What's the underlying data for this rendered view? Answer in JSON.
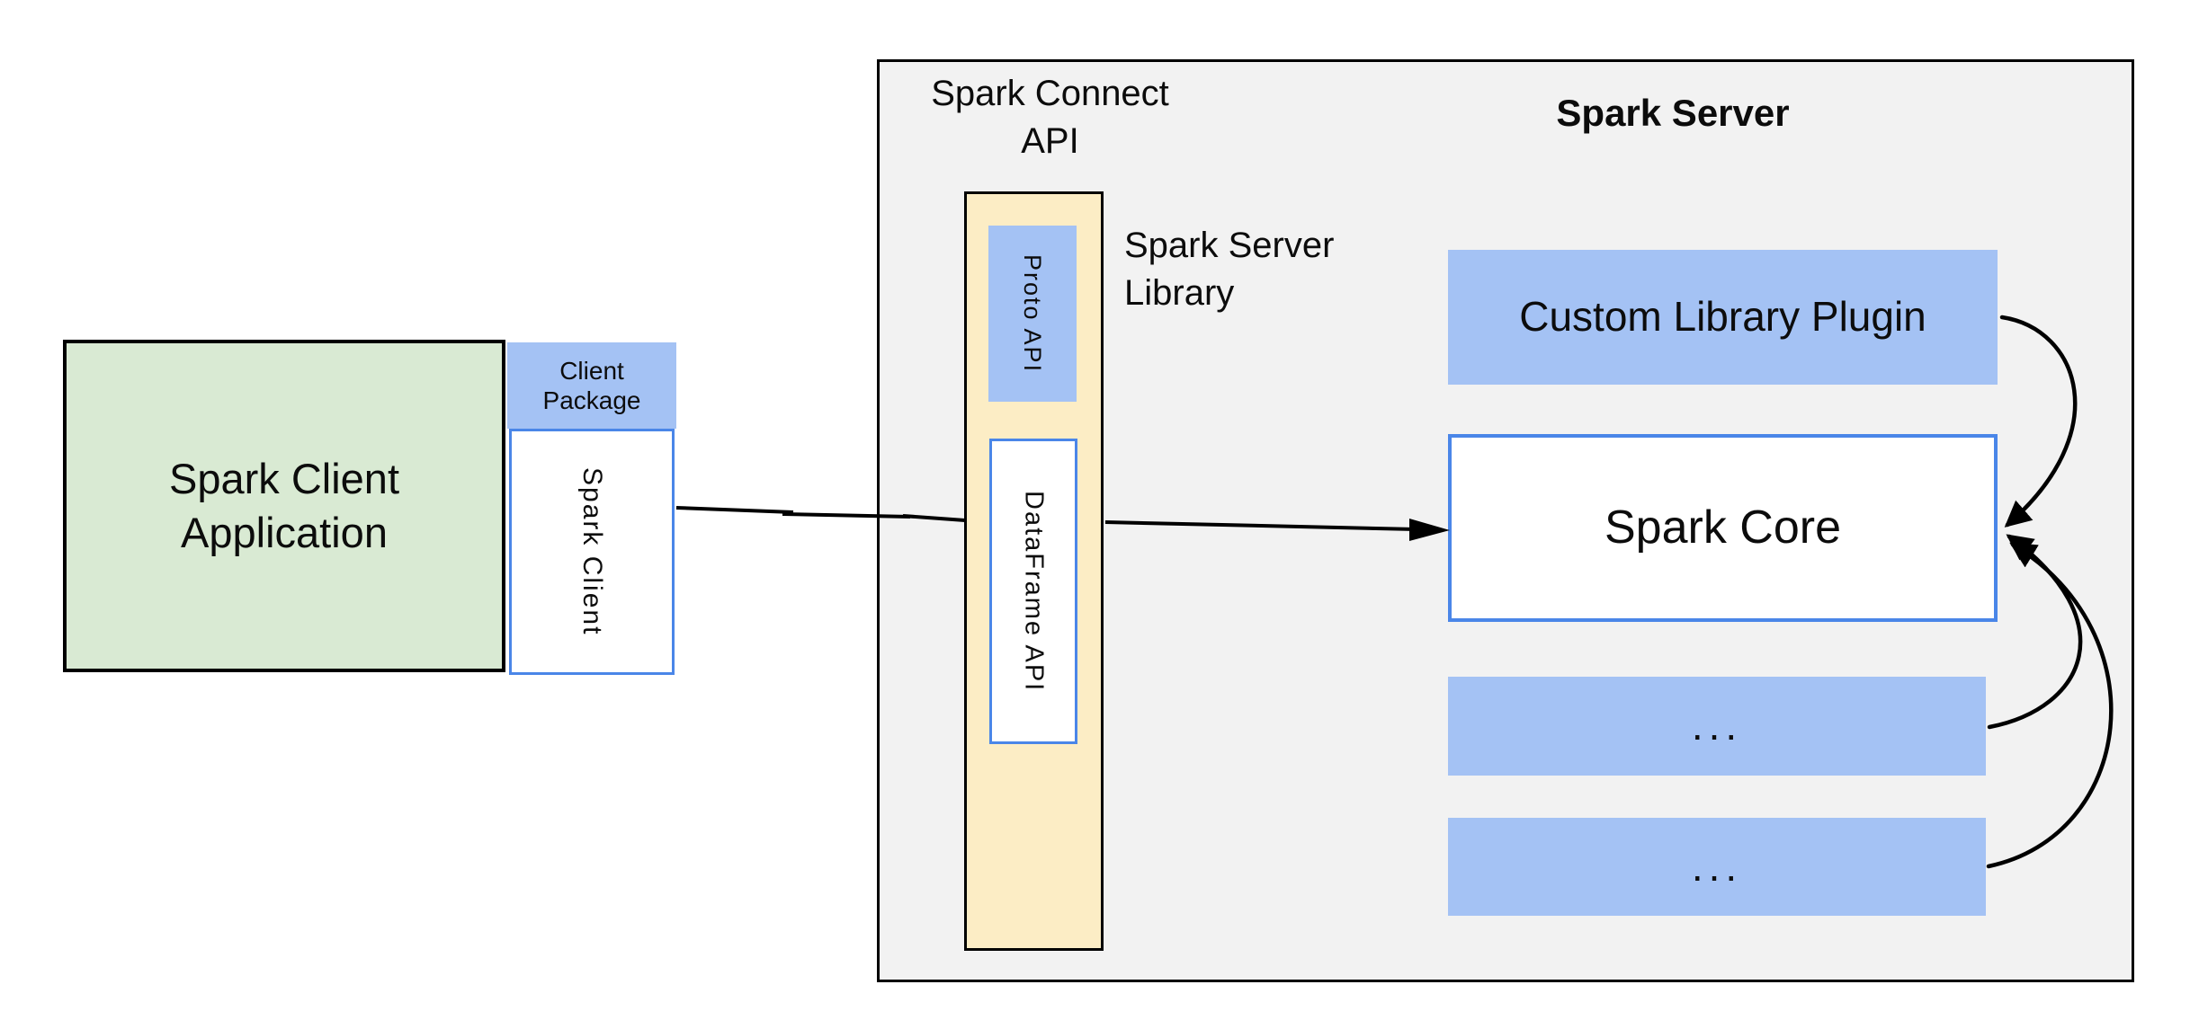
{
  "diagram": {
    "client_side": {
      "spark_client_application": {
        "line1": "Spark Client",
        "line2": "Application"
      },
      "client_package": {
        "line1": "Client",
        "line2": "Package"
      },
      "spark_client": {
        "label": "Spark Client"
      }
    },
    "connect_api_column": {
      "heading": {
        "line1": "Spark Connect",
        "line2": "API"
      },
      "proto_api": {
        "label": "Proto  API"
      },
      "dataframe_api": {
        "label": "DataFrame API"
      },
      "side_label": {
        "line1": "Spark Server",
        "line2": "Library"
      }
    },
    "server_panel": {
      "heading": {
        "label": "Spark Server"
      },
      "custom_library_plugin": {
        "label": "Custom Library Plugin"
      },
      "spark_core": {
        "label": "Spark Core"
      },
      "plugin_slot_1": {
        "label": "..."
      },
      "plugin_slot_2": {
        "label": "..."
      }
    },
    "connectors": [
      {
        "from": "spark-client",
        "to": "spark-connect-api-column",
        "style": "plain-line"
      },
      {
        "from": "spark-connect-api-column",
        "to": "spark-core",
        "style": "arrow"
      },
      {
        "from": "custom-library-plugin",
        "to": "spark-core",
        "style": "curved-arrow"
      },
      {
        "from": "plugin-slot-1",
        "to": "spark-core",
        "style": "curved-arrow"
      },
      {
        "from": "plugin-slot-2",
        "to": "spark-core",
        "style": "curved-arrow"
      }
    ],
    "colors": {
      "green_fill": "#d9ead3",
      "blue_fill": "#a4c2f4",
      "yellow_fill": "#fcedc5",
      "panel_gray_fill": "#f2f2f2",
      "blue_border": "#4a86e8",
      "black_border": "#000000",
      "background": "#ffffff"
    }
  }
}
